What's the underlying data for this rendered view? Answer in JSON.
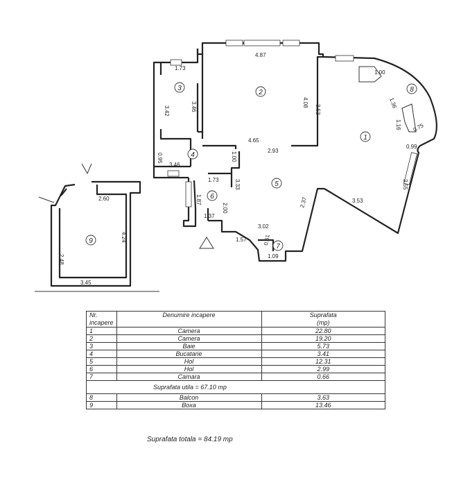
{
  "room_labels": [
    "1",
    "2",
    "3",
    "4",
    "5",
    "6",
    "7",
    "8",
    "9"
  ],
  "dimensions": {
    "d_487": "4.87",
    "d_173a": "1.73",
    "d_342": "3.42",
    "d_346v": "3.46",
    "d_408": "4.08",
    "d_353a": "3.53",
    "d_100a": "1.00",
    "d_136": "1.36",
    "d_116": "1.16",
    "d_075": "0.75",
    "d_099": "0.99",
    "d_465": "4.65",
    "d_293": "2.93",
    "d_095": "0.95",
    "d_100b": "1.00",
    "d_346h": "3.46",
    "d_173b": "1.73",
    "d_333": "3.33",
    "d_187": "1.87",
    "d_200": "2.00",
    "d_355": "3.55",
    "d_353b": "3.53",
    "d_237": "2.37",
    "d_137": "1.37",
    "d_302": "3.02",
    "d_157": "1.57",
    "d_061": "0.61",
    "d_109": "1.09",
    "d_260": "2.60",
    "d_424": "4.24",
    "d_248": "2.48",
    "d_345": "3.45"
  },
  "table": {
    "headers": {
      "nr": "Nr.\nincapere",
      "name": "Denumire incapere",
      "area": "Suprafata\n(mp)"
    },
    "rows": [
      {
        "nr": "1",
        "name": "Camera",
        "area": "22.80"
      },
      {
        "nr": "2",
        "name": "Camera",
        "area": "19.20"
      },
      {
        "nr": "3",
        "name": "Baie",
        "area": "5.73"
      },
      {
        "nr": "4",
        "name": "Bucatarie",
        "area": "3.41"
      },
      {
        "nr": "5",
        "name": "Hol",
        "area": "12.31"
      },
      {
        "nr": "6",
        "name": "Hol",
        "area": "2.99"
      },
      {
        "nr": "7",
        "name": "Camara",
        "area": "0.66"
      }
    ],
    "useful_total": "Suprafata utila = 67.10 mp",
    "extra_rows": [
      {
        "nr": "8",
        "name": "Balcon",
        "area": "3.63"
      },
      {
        "nr": "9",
        "name": "Boxa",
        "area": "13.46"
      }
    ]
  },
  "grand_total": "Suprafata totala = 84.19 mp"
}
